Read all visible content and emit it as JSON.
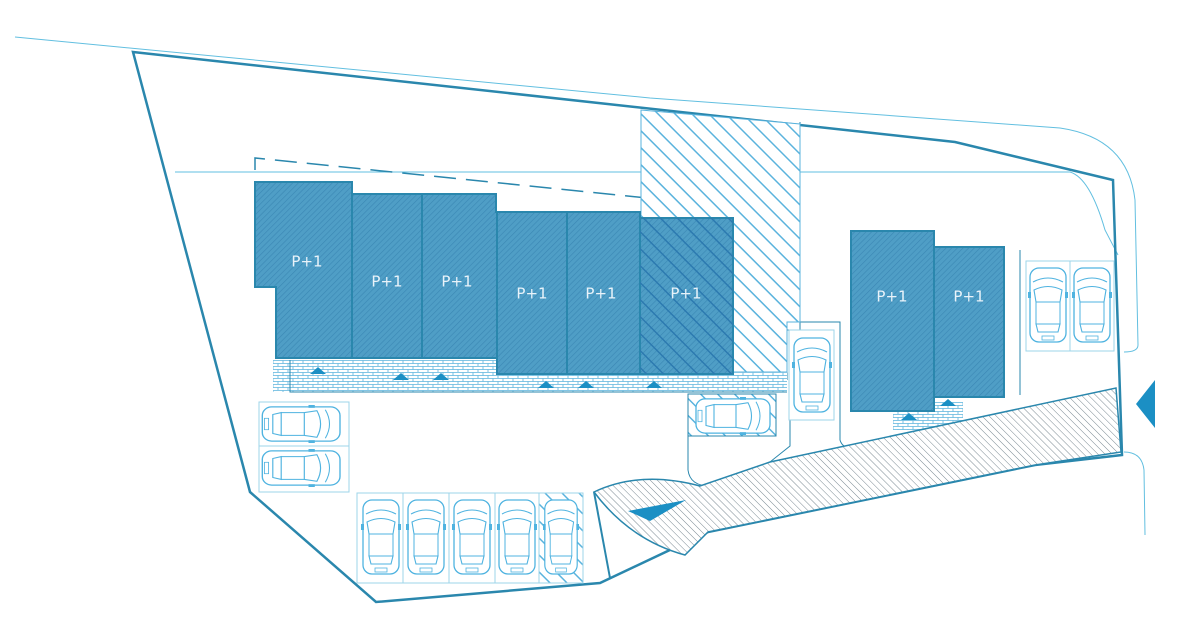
{
  "colors": {
    "line": "#2a87ad",
    "line_light": "#62bfe0",
    "building_fill": "#4f9ec6",
    "building_hatch": "#2f7fac",
    "hatch": "#5ab3dd",
    "road_hatch": "#7b8a93",
    "arrow": "#1b8fc4",
    "label": "#e9f3fa"
  },
  "buildings": [
    {
      "name": "building-1",
      "label": "P+1"
    },
    {
      "name": "building-2",
      "label": "P+1"
    },
    {
      "name": "building-3",
      "label": "P+1"
    },
    {
      "name": "building-4",
      "label": "P+1"
    },
    {
      "name": "building-5",
      "label": "P+1"
    },
    {
      "name": "building-6",
      "label": "P+1"
    },
    {
      "name": "building-7",
      "label": "P+1"
    },
    {
      "name": "building-8",
      "label": "P+1"
    }
  ],
  "parking": {
    "left_spaces": 2,
    "bottom_spaces": 5,
    "near_building_spaces": 1,
    "hatched_spaces": 2,
    "right_spaces": 2
  },
  "icons": {
    "entry_arrow": "triangle-left-icon",
    "driveway_arrow": "triangle-right-icon",
    "door_markers": "triangle-up-icon",
    "car": "car-top-view-icon"
  }
}
